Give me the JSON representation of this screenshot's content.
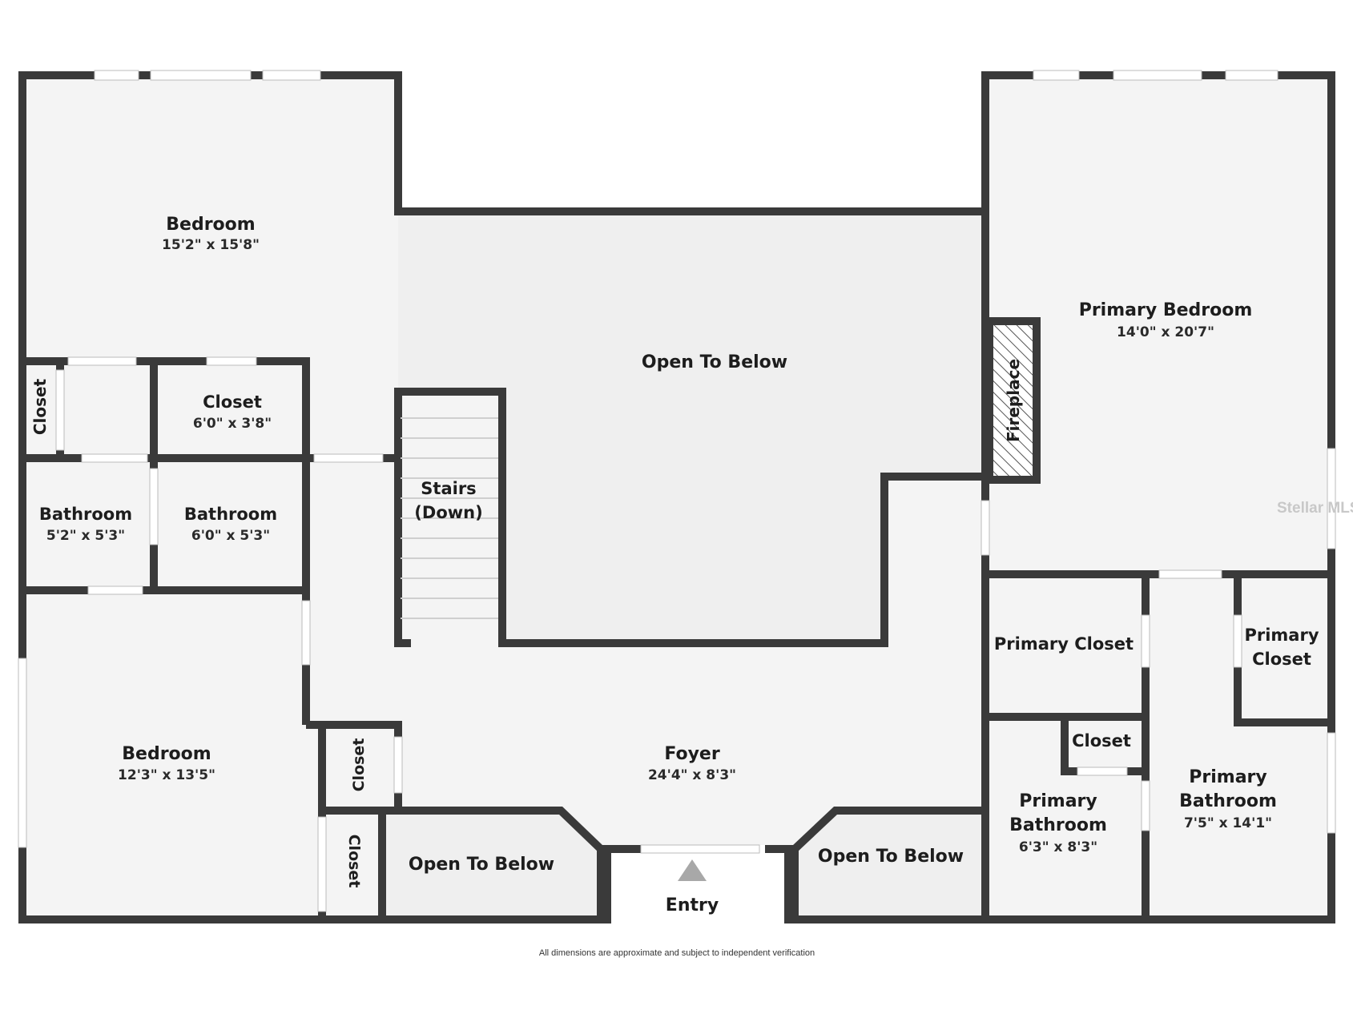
{
  "rooms": {
    "bedroom_top": {
      "name": "Bedroom",
      "dims": "15'2\" x 15'8\""
    },
    "closet_left_vertical": {
      "name": "Closet"
    },
    "closet_upper": {
      "name": "Closet",
      "dims": "6'0\" x 3'8\""
    },
    "bathroom_left": {
      "name": "Bathroom",
      "dims": "5'2\" x 5'3\""
    },
    "bathroom_mid": {
      "name": "Bathroom",
      "dims": "6'0\" x 5'3\""
    },
    "bedroom_bottom": {
      "name": "Bedroom",
      "dims": "12'3\" x 13'5\""
    },
    "closet_small_1": {
      "name": "Closet"
    },
    "closet_small_2": {
      "name": "Closet"
    },
    "open_to_below_main": {
      "name": "Open To Below"
    },
    "stairs": {
      "name_line1": "Stairs",
      "name_line2": "(Down)"
    },
    "foyer": {
      "name": "Foyer",
      "dims": "24'4\" x 8'3\""
    },
    "open_to_below_left": {
      "name": "Open To Below"
    },
    "open_to_below_right": {
      "name": "Open To Below"
    },
    "entry": {
      "name": "Entry"
    },
    "primary_bedroom": {
      "name": "Primary Bedroom",
      "dims": "14'0\" x 20'7\""
    },
    "fireplace": {
      "name": "Fireplace"
    },
    "primary_closet_1": {
      "name": "Primary Closet"
    },
    "primary_closet_2": {
      "name_line1": "Primary",
      "name_line2": "Closet"
    },
    "closet_primary_small": {
      "name": "Closet"
    },
    "primary_bathroom_1": {
      "name_line1": "Primary",
      "name_line2": "Bathroom",
      "dims": "6'3\" x 8'3\""
    },
    "primary_bathroom_2": {
      "name_line1": "Primary",
      "name_line2": "Bathroom",
      "dims": "7'5\" x 14'1\""
    }
  },
  "footer_note": "All dimensions are approximate and subject to independent verification",
  "watermark": "Stellar MLS",
  "colors": {
    "wall": "#3a3a3a",
    "floor": "#f4f4f4",
    "open_floor": "#efefef",
    "window": "#ffffff"
  }
}
